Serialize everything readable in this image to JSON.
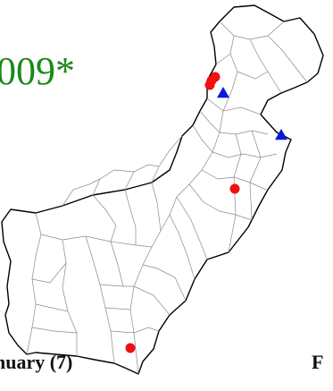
{
  "map": {
    "year_text": "009*",
    "caption_left": "nuary (7)",
    "caption_right": "F",
    "colors": {
      "land_fill": "#ffffff",
      "border": "#000000",
      "internal_boundaries": "#8a8a8a",
      "year_text": "#1b8a1b",
      "circle_marker": "#f01010",
      "triangle_marker": "#0a1ad8"
    },
    "markers": [
      {
        "shape": "circle",
        "name": "marker-circle-north-1"
      },
      {
        "shape": "circle",
        "name": "marker-circle-north-2"
      },
      {
        "shape": "circle",
        "name": "marker-circle-north-3"
      },
      {
        "shape": "triangle",
        "name": "marker-triangle-north"
      },
      {
        "shape": "triangle",
        "name": "marker-triangle-east"
      },
      {
        "shape": "circle",
        "name": "marker-circle-central"
      },
      {
        "shape": "circle",
        "name": "marker-circle-south"
      }
    ]
  }
}
